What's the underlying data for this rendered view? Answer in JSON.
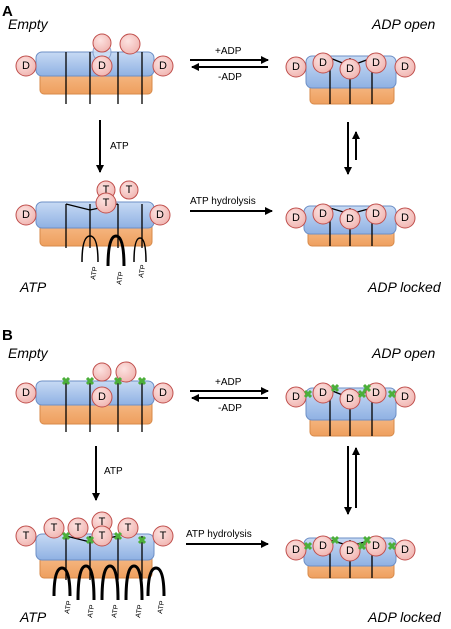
{
  "panels": [
    {
      "letter": "A",
      "states": {
        "empty": "Empty",
        "adp_open": "ADP open",
        "atp": "ATP",
        "adp_locked": "ADP locked"
      },
      "arrows": {
        "add_adp": "+ADP",
        "remove_adp": "-ADP",
        "atp": "ATP",
        "hydrolysis": "ATP hydrolysis"
      },
      "domain_labels": {
        "d": "D",
        "t": "T"
      },
      "atp_small": "ATP"
    },
    {
      "letter": "B",
      "states": {
        "empty": "Empty",
        "adp_open": "ADP open",
        "atp": "ATP",
        "adp_locked": "ADP locked"
      },
      "arrows": {
        "add_adp": "+ADP",
        "remove_adp": "-ADP",
        "atp": "ATP",
        "hydrolysis": "ATP hydrolysis"
      },
      "domain_labels": {
        "d": "D",
        "t": "T"
      },
      "atp_small": "ATP"
    }
  ],
  "colors": {
    "blue_disk": "#9dbbe6",
    "blue_top": "#b9d0f0",
    "orange_disk": "#f4b27a",
    "ball_fill": "#f6c9c6",
    "ball_stroke": "#c0504d",
    "marker_green": "#4caf3a"
  }
}
